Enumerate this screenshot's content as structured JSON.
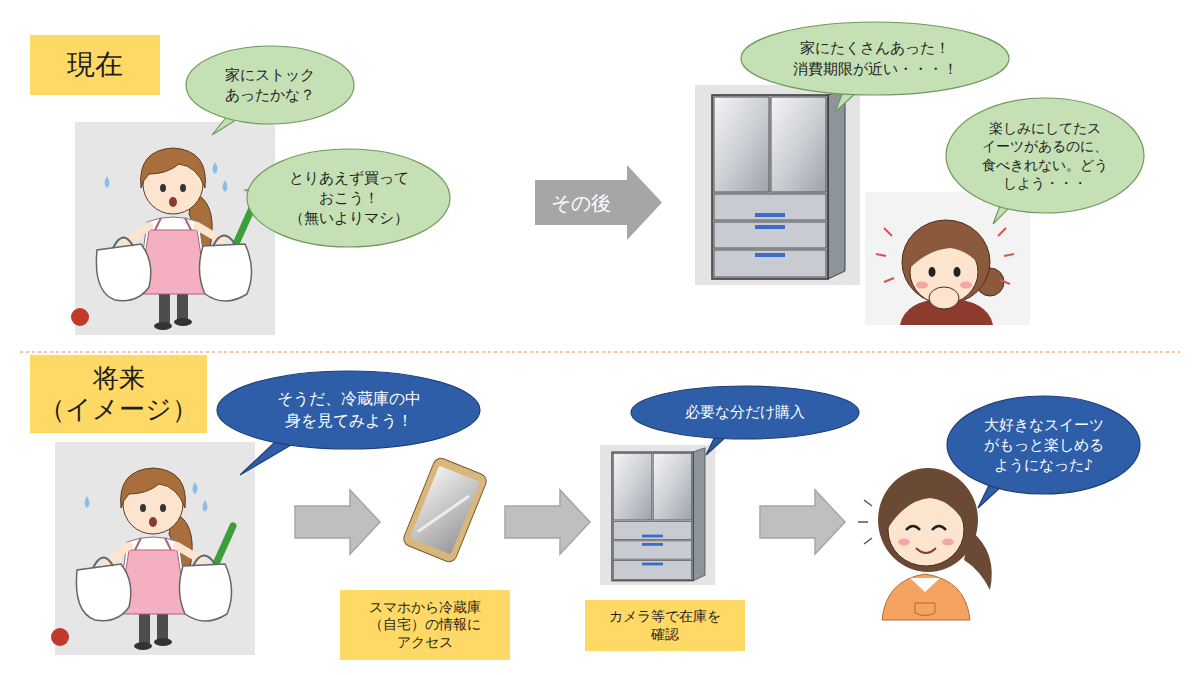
{
  "diagram": {
    "nodes": [
      {
        "text": [
          "現在"
        ]
      },
      {
        "text": [
          "家にストック あったかな？"
        ]
      },
      {
        "text": [
          "とりあえず買って おこう！ （無いよりマシ）"
        ]
      },
      {
        "text": [
          "その後"
        ]
      },
      {
        "text": [
          "家にたくさんあった！ 消費期限が近い・・・！"
        ]
      },
      {
        "text": [
          "楽しみにしてたス イーツがあるのに、 食べきれない。どう しよう・・・"
        ]
      },
      {
        "text": [
          "将来 （イメージ）"
        ]
      },
      {
        "text": [
          "そうだ、冷蔵庫の中 身を見てみよう！"
        ]
      },
      {
        "text": [
          "スマホから冷蔵庫 （自宅）の情報に アクセス"
        ]
      },
      {
        "text": [
          "必要な分だけ購入"
        ]
      },
      {
        "text": [
          "カメラ等で在庫を 確認"
        ]
      },
      {
        "text": [
          "大好きなスイーツ がもっと楽しめる ようになった♪"
        ]
      }
    ]
  }
}
